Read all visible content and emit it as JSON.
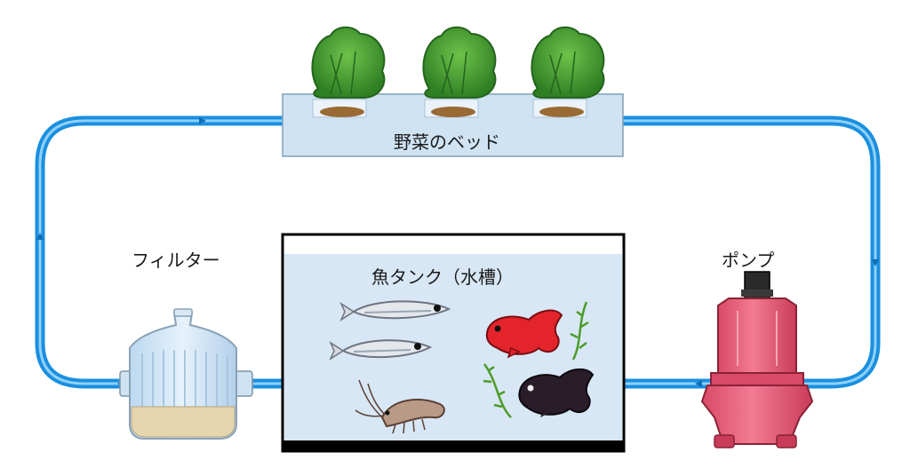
{
  "labels": {
    "vegetable_bed": "野菜のベッド",
    "fish_tank": "魚タンク（水槽）",
    "filter": "フィルター",
    "pump": "ポンプ"
  },
  "colors": {
    "pipe": "#1a8fe0",
    "pipe_highlight": "#7cc8f5",
    "bed_water": "#cfe3f3",
    "bed_border": "#7f9fb8",
    "tank_water": "#d8e7f5",
    "tank_border": "#000000",
    "pump_body": "#e8607a",
    "leaf": "#3f9a2f"
  },
  "icons": {
    "plants": "lettuce-icon",
    "filter": "filter-canister-icon",
    "pump": "submersible-pump-icon",
    "fish": "medaka-fish-icon",
    "goldfish": "goldfish-icon",
    "shrimp": "shrimp-icon",
    "waterweed": "waterweed-icon"
  }
}
